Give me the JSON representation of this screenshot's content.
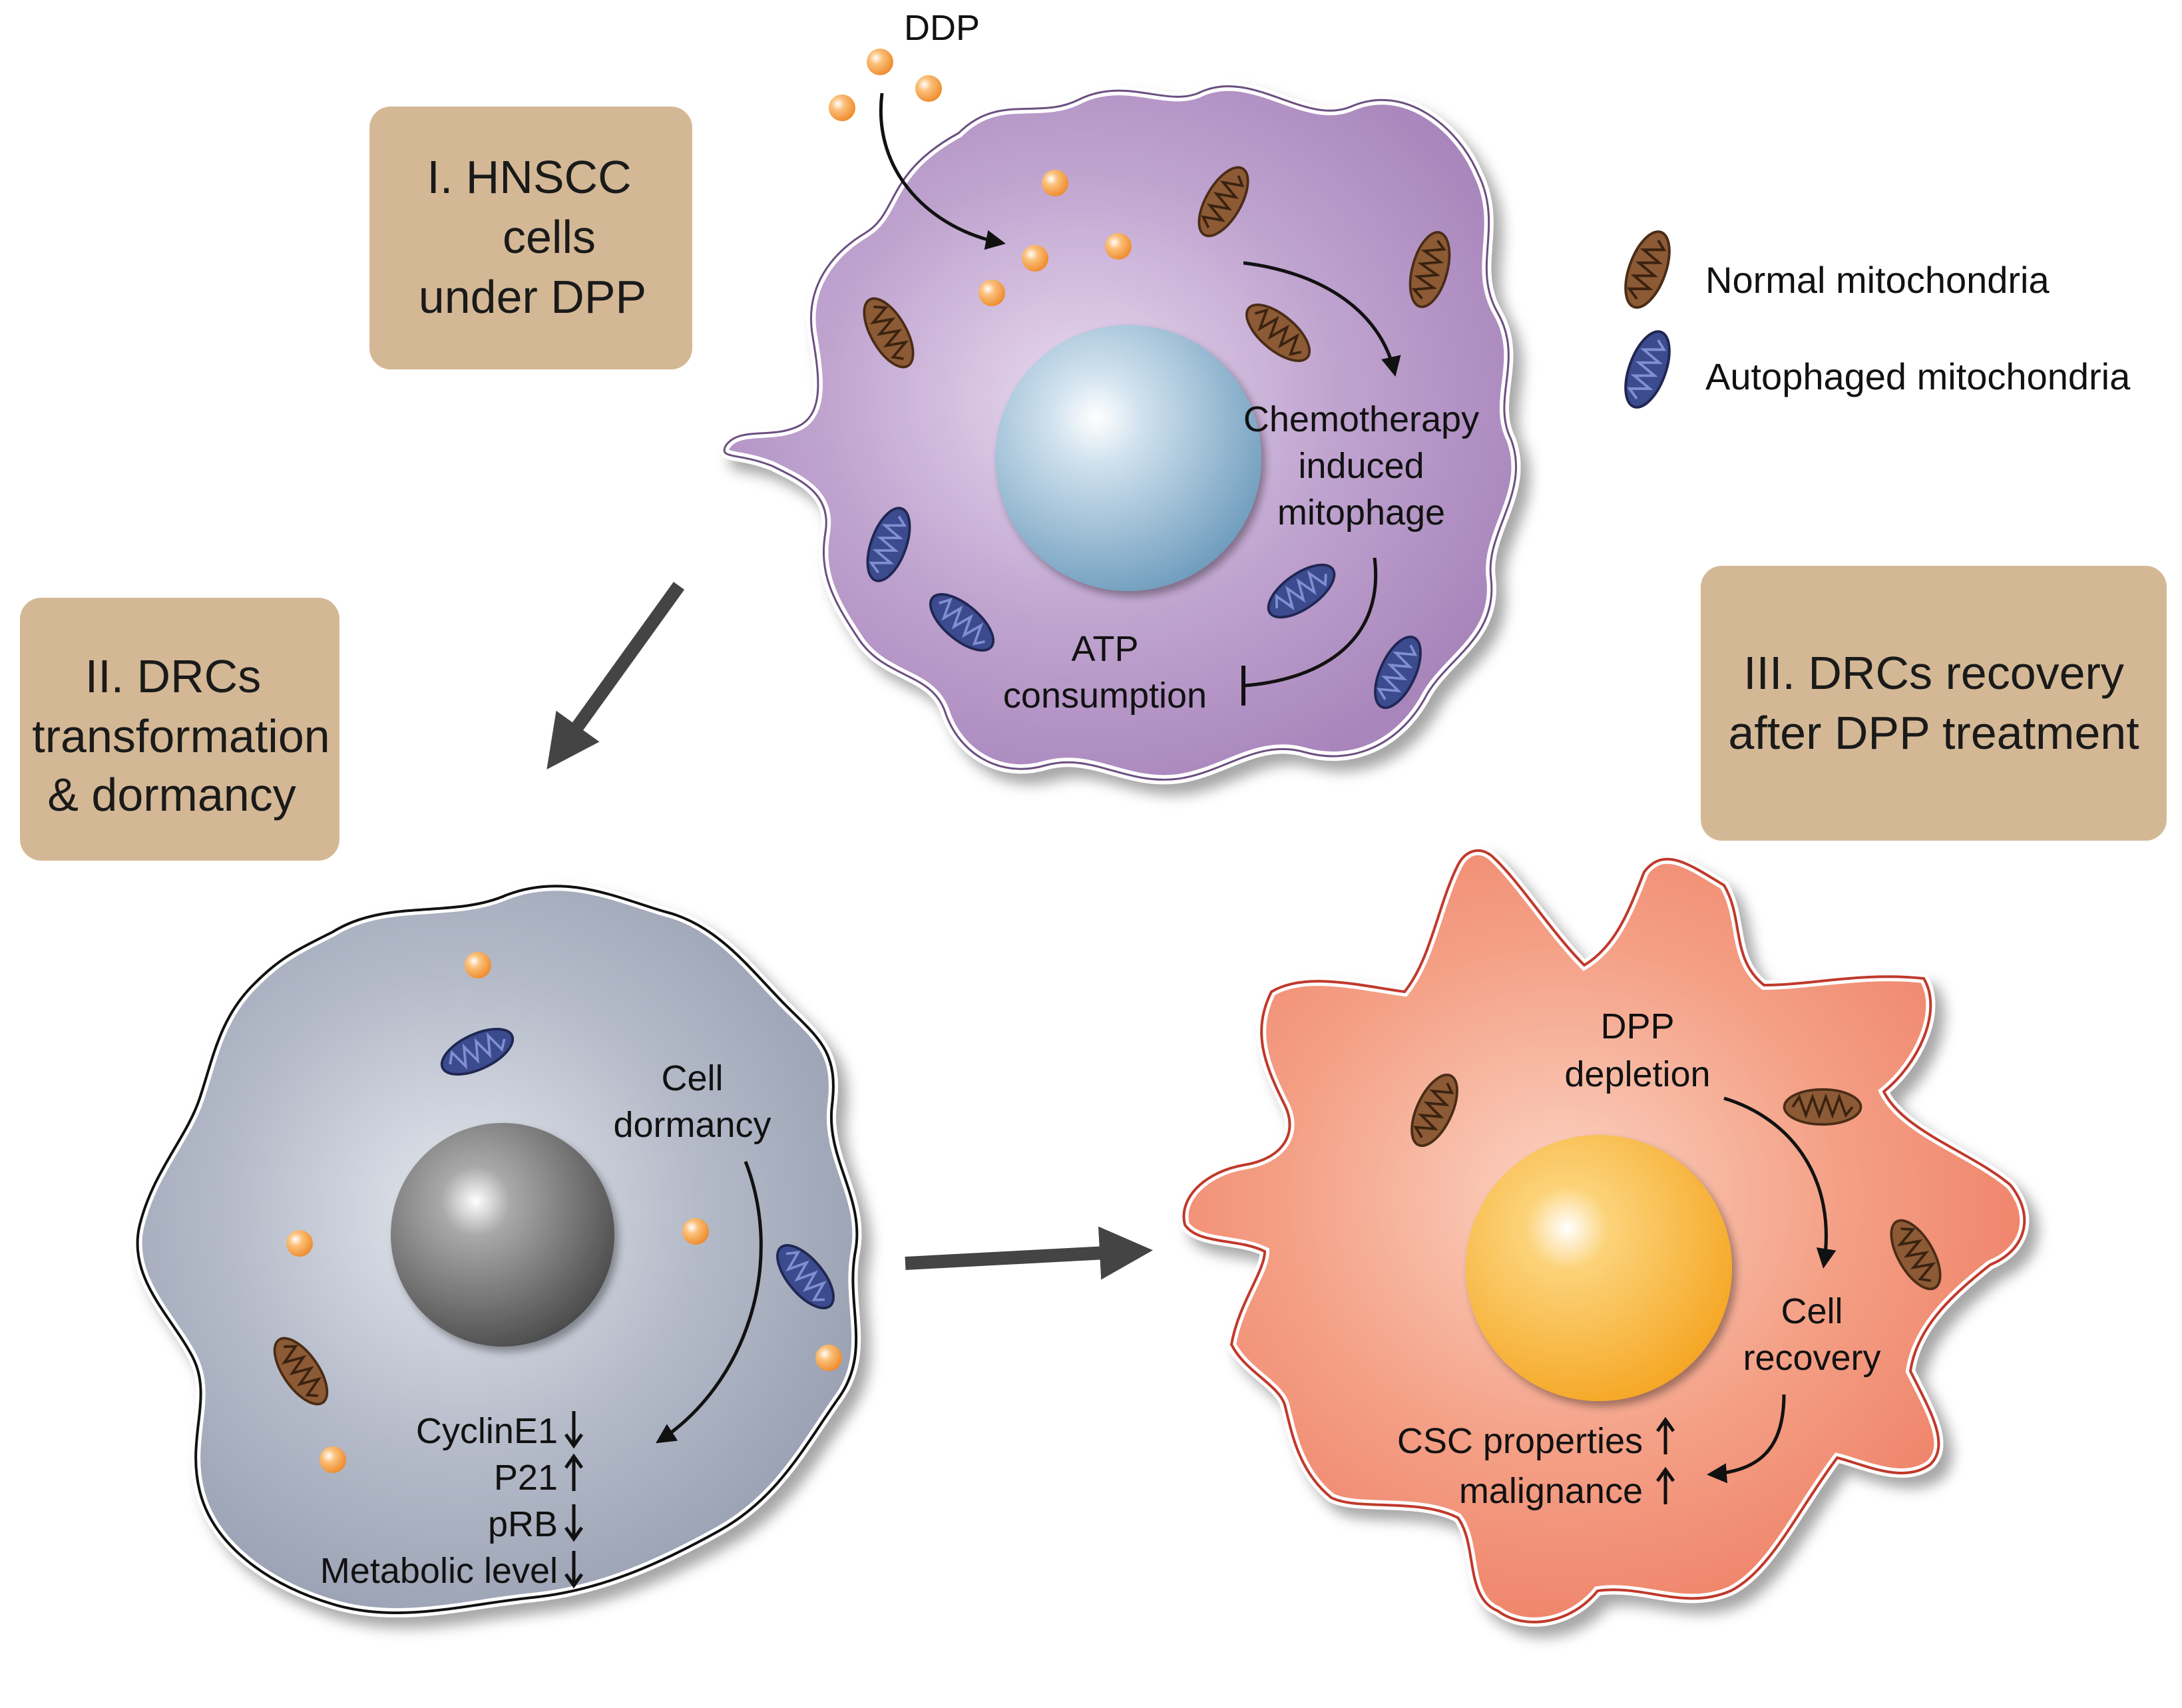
{
  "stages": {
    "stage1": [
      "I. HNSCC",
      "cells",
      "under DPP"
    ],
    "stage2": [
      "II. DRCs",
      "transformation",
      "& dormancy"
    ],
    "stage3": [
      "III. DRCs recovery",
      "after DPP treatment"
    ]
  },
  "legend": {
    "normal": "Normal mitochondria",
    "autophaged": "Autophaged mitochondria"
  },
  "cell1": {
    "drug": "DDP",
    "process": [
      "Chemotherapy",
      "induced",
      "mitophage"
    ],
    "atp": [
      "ATP",
      "consumption"
    ]
  },
  "cell2": {
    "process": [
      "Cell",
      "dormancy"
    ],
    "markers": [
      {
        "name": "CyclinE1",
        "trend": "down"
      },
      {
        "name": "P21",
        "trend": "up"
      },
      {
        "name": "pRB",
        "trend": "down"
      },
      {
        "name": "Metabolic level",
        "trend": "down"
      }
    ]
  },
  "cell3": {
    "trigger": [
      "DPP",
      "depletion"
    ],
    "process": [
      "Cell",
      "recovery"
    ],
    "outcomes": [
      {
        "name": "CSC properties",
        "trend": "up"
      },
      {
        "name": "malignance",
        "trend": "up"
      }
    ]
  },
  "colors": {
    "box_fill": "#d4b895",
    "cell1_fill": "#b294c4",
    "cell2_fill": "#a6acbb",
    "cell3_fill": "#f28e74",
    "nucleus1": "#7da9c7",
    "nucleus2": "#555555",
    "nucleus3": "#f5a623",
    "mito_normal": "#8c5a35",
    "mito_autophaged": "#3c4a8e",
    "drug_particle": "#f5a040"
  }
}
